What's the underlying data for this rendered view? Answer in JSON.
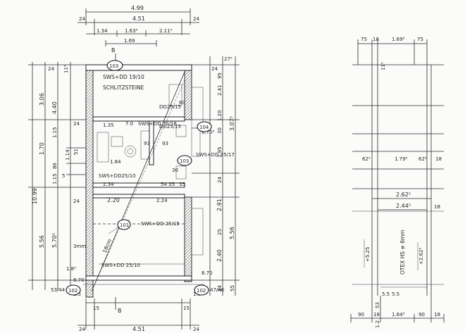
{
  "plan": {
    "top_dims": {
      "overall": "4.99",
      "inner": "4.51",
      "wall_left": "24",
      "wall_right": "24",
      "seg1": "1.34",
      "seg2": "1.63⁵",
      "seg3": "2.11⁵",
      "seg4": "1.69",
      "section_mark": "B"
    },
    "bottom_dims": {
      "inner": "4.51",
      "wall_left": "24",
      "wall_right": "24",
      "seg_left": "15",
      "seg_right": "15",
      "section_mark": "B"
    },
    "left_dims": {
      "overall": "10.99",
      "upper": "3.06",
      "upper2": "4.40",
      "mid1": "1.70",
      "mid2": "1.15",
      "mid3": "86",
      "mid4": "1.14",
      "mid5": "1.15",
      "mid6": "5",
      "lower1": "5.56",
      "lower2": "5.70⁵",
      "wall_top": "24",
      "wall_a": "24",
      "wall_b": "24",
      "s1": "11⁵",
      "s2": "51",
      "s3": "1.8⁵",
      "s4": "1.5",
      "s5": "3mm"
    },
    "right_dims": {
      "r1": "2.41",
      "r2": "1.20",
      "r3": "1.95",
      "r4": "3.07⁵",
      "r5": "2.91",
      "r6": "5.56",
      "r7": "2.40",
      "r8": "95",
      "r9": "25",
      "r10": "24",
      "r11": "24",
      "r12": "55",
      "r13": "30",
      "r14": "27⁵",
      "r15": "24",
      "r16": "1.5"
    },
    "interior_labels": {
      "shaft_top": "SWS+DD 19/10",
      "schlitz": "SCHLITZSTEINE",
      "dd_top": "DD25/15",
      "dim_135": "1.35",
      "dim_70": "7.0",
      "sws_7018": "SWS+DD 70/18",
      "dd_mid": "DD25/15",
      "dim_184": "1.84",
      "dim_93a": "93",
      "dim_93b": "93",
      "dim_60": "60",
      "sws_3517": "SWS+DD 35/17",
      "sws_dd_low": "SWS+DD25/10",
      "dim_234": "2.34",
      "dim_220": "2.20",
      "dim_224": "2.24",
      "dim_5435": "54  35",
      "dim_35": "35",
      "dim_30": "30",
      "sws_2515": "SWS+DD 25/15",
      "sws_2510": "SWS+DD 25/10",
      "diag": "18cm",
      "stair_h": "8.70",
      "level1": "8.70",
      "level2": "8.70⁵"
    },
    "circles": {
      "c103_top": "103",
      "c104": "104",
      "c103_mid": "103",
      "c101": "101",
      "c102_left": "102",
      "c102_right": "102",
      "c102_left_tag": "53/44",
      "c102_right_tag": "47/46"
    }
  },
  "section": {
    "top_dims": {
      "a": "75",
      "b": "18",
      "c": "1.69⁵",
      "d": "75"
    },
    "mid_dims": {
      "a": "62⁵",
      "b": "1.79⁵",
      "c": "62⁵",
      "d": "18"
    },
    "width_dims": {
      "outer": "2.62⁵",
      "inner": "2.44⁵",
      "wall": "18"
    },
    "vert_labels": {
      "elevation": "+5.25",
      "otex": "OTEX HS ≡ 6mm",
      "elevation2": "+2.62⁵",
      "marker": "11⁵"
    },
    "bottom_dims": {
      "a": "90",
      "b": "18",
      "c": "1.64⁵",
      "d": "90",
      "e": "18",
      "f": "53",
      "g": "5.5",
      "h": "5.5",
      "i": "1.2"
    }
  }
}
